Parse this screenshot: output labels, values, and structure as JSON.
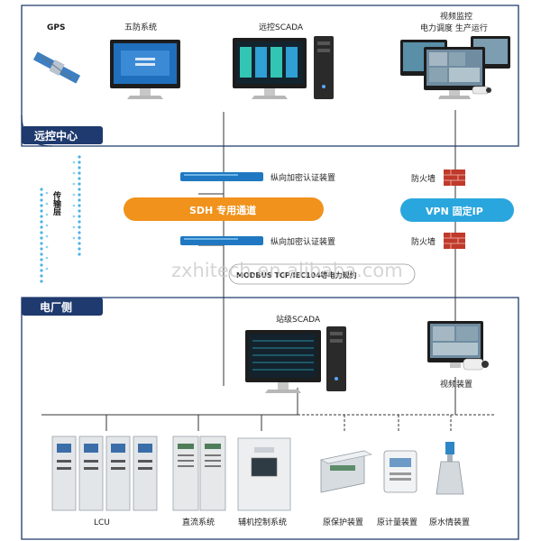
{
  "sections": {
    "remote_center": "远控中心",
    "transmission_layer": "传输层",
    "plant_side": "电厂侧"
  },
  "top": {
    "gps": "GPS",
    "wufang": "五防系统",
    "remote_scada": "远控SCADA",
    "video_monitor": "视频监控",
    "power_dispatch": "电力调度 生产运行"
  },
  "transmission": {
    "auth_top": "纵向加密认证装置",
    "auth_bottom": "纵向加密认证装置",
    "sdh": "SDH  专用通道",
    "vpn": "VPN  固定IP",
    "firewall_top": "防火墙",
    "firewall_bottom": "防火墙",
    "protocol": "MODBUS TCP/IEC104等电力规约"
  },
  "plant": {
    "station_scada": "站级SCADA",
    "video_device": "视频装置",
    "lcu": "LCU",
    "dc": "直流系统",
    "aux": "辅机控制系统",
    "protect": "原保护装置",
    "meter": "原计量装置",
    "water": "原水情装置"
  },
  "watermark": "zxhitech.en.alibaba.com",
  "colors": {
    "navy": "#1e3a6e",
    "orange": "#f0921c",
    "cyan": "#2aa6de",
    "firewall": "#c0392b"
  }
}
